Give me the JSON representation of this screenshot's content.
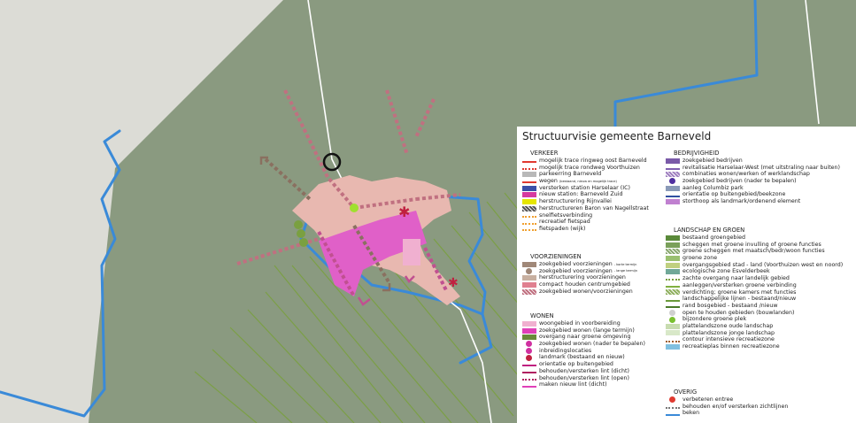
{
  "legend": {
    "title": "Structuurvisie gemeente Barneveld",
    "verkeer": {
      "heading": "VERKEER",
      "items": [
        {
          "label": "mogelijk trace ringweg oost Barneveld",
          "icon": "red-arrow-ringweg-icon",
          "color": "#e03a30"
        },
        {
          "label": "mogelijk trace rondweg Voorthuizen",
          "icon": "red-dashed-arrow-icon",
          "color": "#e03a30"
        },
        {
          "label": "parkeerring Barneveld",
          "icon": "grey-ring-road-icon",
          "color": "#b8b8b8"
        },
        {
          "label": "wegen",
          "sublabel": "(bestaand, nieuw en mogelijk trace)",
          "icon": "road-arrows-icon",
          "color": "#e03a30"
        },
        {
          "label": "versterken station Harselaar (IC)",
          "icon": "station-ic-icon",
          "color": "#3a4fa8"
        },
        {
          "label": "nieuw station: Barneveld Zuid",
          "icon": "station-new-icon",
          "color": "#d63aa0"
        },
        {
          "label": "herstructurering Rijnvallei",
          "icon": "yellow-square-icon",
          "color": "#e6e600"
        },
        {
          "label": "herstructureren Baron van Nagellstraat",
          "icon": "hatched-square-icon",
          "color": "#555555"
        },
        {
          "label": "snelfietsverbinding",
          "icon": "orange-dotted-line-icon",
          "color": "#f0a030"
        },
        {
          "label": "recreatief fietspad",
          "icon": "orange-dotted-line-icon",
          "color": "#f0a030"
        },
        {
          "label": "fietspaden (wijk)",
          "icon": "orange-dashed-arrow-icon",
          "color": "#f0a030"
        }
      ]
    },
    "voorzieningen": {
      "heading": "VOORZIENINGEN",
      "items": [
        {
          "label": "zoekgebied voorzieningen",
          "sublabel": "- korte termijn",
          "icon": "brown-square-icon",
          "color": "#a08878"
        },
        {
          "label": "zoekgebied voorzieningen",
          "sublabel": "- lange termijn",
          "icon": "brown-dotted-square-icon",
          "color": "#a08878"
        },
        {
          "label": "herstructurering voorzieningen",
          "icon": "light-brown-square-icon",
          "color": "#c8b0a0"
        },
        {
          "label": "compact houden centrumgebied",
          "icon": "pink-square-icon",
          "color": "#e08090"
        },
        {
          "label": "zoekgebied wonen/voorzieningen",
          "icon": "hatched-pink-square-icon",
          "color": "#c07080"
        }
      ]
    },
    "wonen": {
      "heading": "WONEN",
      "items": [
        {
          "label": "woongebied in voorbereiding",
          "icon": "light-pink-square-icon",
          "color": "#f0b0d0"
        },
        {
          "label": "zoekgebied wonen (lange termijn)",
          "icon": "magenta-square-icon",
          "color": "#e040b8"
        },
        {
          "label": "overgang naar groene omgeving",
          "icon": "green-magenta-square-icon",
          "color": "#6a8a3a"
        },
        {
          "label": "zoekgebied wonen (nader te bepalen)",
          "icon": "magenta-star-icon",
          "color": "#d030a0"
        },
        {
          "label": "inbreidingslocaties",
          "icon": "magenta-circle-icon",
          "color": "#d030a0"
        },
        {
          "label": "landmark (bestaand en nieuw)",
          "icon": "asterisk-icon",
          "color": "#c02040"
        },
        {
          "label": "orientatie op buitengebied",
          "icon": "orientation-arrow-icon",
          "color": "#c02080"
        },
        {
          "label": "behouden/versterken lint (dicht)",
          "icon": "purple-line-icon",
          "color": "#b02060"
        },
        {
          "label": "behouden/versterken lint (open)",
          "icon": "purple-dotted-line-icon",
          "color": "#b02060"
        },
        {
          "label": "maken nieuw lint (dicht)",
          "icon": "magenta-line-icon",
          "color": "#e040b8"
        }
      ]
    },
    "bedrijvigheid": {
      "heading": "BEDRIJVIGHEID",
      "items": [
        {
          "label": "zoekgebied bedrijven",
          "icon": "purple-square-icon",
          "color": "#7a5aa8"
        },
        {
          "label": "revitalisatie Harselaar-West (met uitstraling naar buiten)",
          "icon": "purple-outline-square-icon",
          "color": "#8060b0"
        },
        {
          "label": "combinaties wonen/werken of werklandschap",
          "icon": "purple-hatched-square-icon",
          "color": "#a080c0"
        },
        {
          "label": "zoekgebied bedrijven (nader te bepalen)",
          "icon": "purple-star-icon",
          "color": "#5030a0"
        },
        {
          "label": "aanleg Columbiz park",
          "icon": "blue-grey-square-icon",
          "color": "#8a9ab8"
        },
        {
          "label": "orientatie op buitengebied/beekzone",
          "icon": "blue-arrow-icon",
          "color": "#3050a0"
        },
        {
          "label": "storthoop als landmark/ordenend element",
          "icon": "sun-square-icon",
          "color": "#c080d0"
        }
      ]
    },
    "landschap": {
      "heading": "LANDSCHAP EN GROEN",
      "items": [
        {
          "label": "bestaand groengebied",
          "icon": "dark-green-square-icon",
          "color": "#5a8a3a"
        },
        {
          "label": "scheggen met groene invulling of groene functies",
          "icon": "green-square-icon",
          "color": "#7aa05a"
        },
        {
          "label": "groene scheggen met maatsch/bedr/woon functies",
          "icon": "green-hatched-square-icon",
          "color": "#8aa870"
        },
        {
          "label": "groene zone",
          "icon": "light-green-square-icon",
          "color": "#9ac070"
        },
        {
          "label": "overgangsgebied stad - land (Voorthuizen west en noord)",
          "icon": "yellow-green-square-icon",
          "color": "#c0d080"
        },
        {
          "label": "ecologische zone Esvelderbeek",
          "icon": "teal-square-icon",
          "color": "#70a898"
        },
        {
          "label": "zachte overgang naar landelijk gebied",
          "icon": "green-dotted-line-icon",
          "color": "#7aa040"
        },
        {
          "label": "aanleggen/versterken groene verbinding",
          "icon": "green-double-arrow-icon",
          "color": "#80b040"
        },
        {
          "label": "verdichting; groene kamers met functies",
          "icon": "green-grid-icon",
          "color": "#90b060"
        },
        {
          "label": "landschappelijke lijnen - bestaand/nieuw",
          "icon": "green-diagonal-lines-icon",
          "color": "#6a9a3a"
        },
        {
          "label": "rand bosgebied - bestaand /nieuw",
          "icon": "dark-green-diagonal-icon",
          "color": "#4a7a2a"
        },
        {
          "label": "open te houden gebieden (bouwlanden)",
          "icon": "grey-ellipse-icon",
          "color": "#d0d0d0"
        },
        {
          "label": "bijzondere groene plek",
          "icon": "green-dot-icon",
          "color": "#7ac030"
        },
        {
          "label": "plattelandszone oude landschap",
          "icon": "pale-green-square-icon",
          "color": "#c8dcb0"
        },
        {
          "label": "plattelandszone jonge landschap",
          "icon": "paler-green-square-icon",
          "color": "#d8e8c8"
        },
        {
          "label": "contour intensieve recreatiezone",
          "icon": "brown-dashed-line-icon",
          "color": "#a06030"
        },
        {
          "label": "recreatieplas binnen recreatiezone",
          "icon": "light-blue-square-icon",
          "color": "#80c0e0"
        }
      ]
    },
    "overig": {
      "heading": "OVERIG",
      "items": [
        {
          "label": "verbeteren entree",
          "icon": "entree-e-icon",
          "color": "#e03a30"
        },
        {
          "label": "behouden en/of versterken zichtlijnen",
          "icon": "dotted-arrow-icon",
          "color": "#777777"
        },
        {
          "label": "beken",
          "icon": "blue-line-icon",
          "color": "#3a8ad8"
        }
      ]
    }
  },
  "colors": {
    "land": "#8a9a80",
    "outside": "#dcdcd6",
    "stream": "#3a8ad8",
    "town": "#e8b8b0",
    "housing": "#e060c8"
  }
}
